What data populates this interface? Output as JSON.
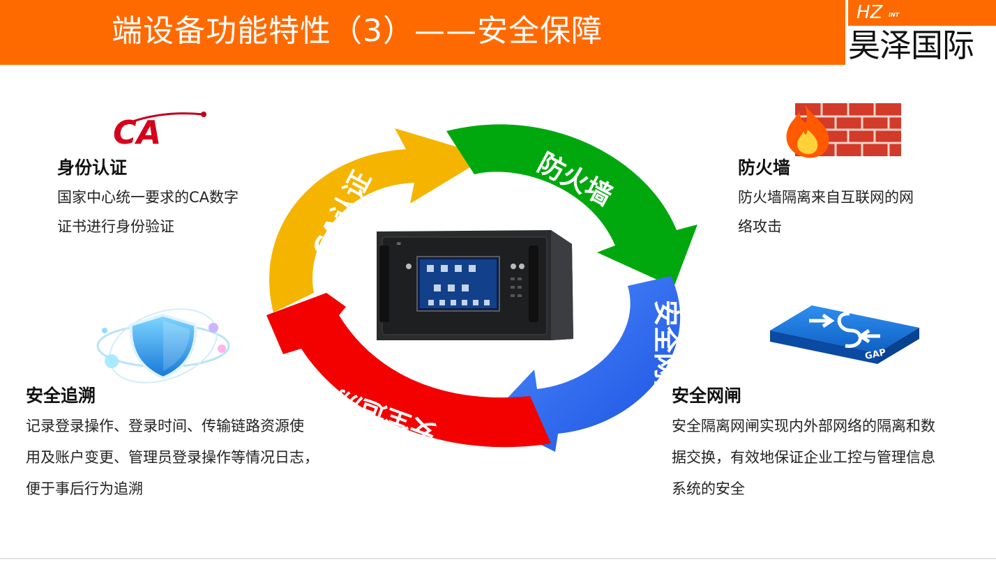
{
  "header": {
    "title": "端设备功能特性（3）——安全保障",
    "bg_color": "#ff6a00"
  },
  "logo": {
    "hz": "HZ",
    "int": "INT",
    "name_cn": "昊泽国际"
  },
  "cycle": {
    "segments": [
      {
        "label": "CA认证",
        "color": "#f5b400",
        "icon": "arrow-segment"
      },
      {
        "label": "防火墙",
        "color": "#00a80e",
        "icon": "arrow-segment"
      },
      {
        "label": "安全网闸",
        "color": "#2f6df6",
        "icon": "arrow-segment"
      },
      {
        "label": "安全追溯",
        "color": "#f30000",
        "icon": "arrow-segment"
      }
    ]
  },
  "blocks": {
    "identity": {
      "title": "身份认证",
      "body": "国家中心统一要求的CA数字\n证书进行身份验证",
      "icon": "ca-logo-icon",
      "logo_text": "CA"
    },
    "firewall": {
      "title": "防火墙",
      "body": "防火墙隔离来自互联网的网\n络攻击",
      "icon": "brick-wall-flame-icon"
    },
    "trace": {
      "title": "安全追溯",
      "body": "记录登录操作、登录时间、传输链路资源使\n用及账户变更、管理员登录操作等情况日志，\n便于事后行为追溯",
      "icon": "shield-icon"
    },
    "gateway": {
      "title": "安全网闸",
      "body": "安全隔离网闸实现内外部网络的隔离和数\n据交换，有效地保证企业工控与管理信息\n系统的安全",
      "icon": "gap-switch-icon",
      "gap_text": "GAP"
    }
  },
  "device": {
    "icon": "rack-terminal-device-icon"
  }
}
